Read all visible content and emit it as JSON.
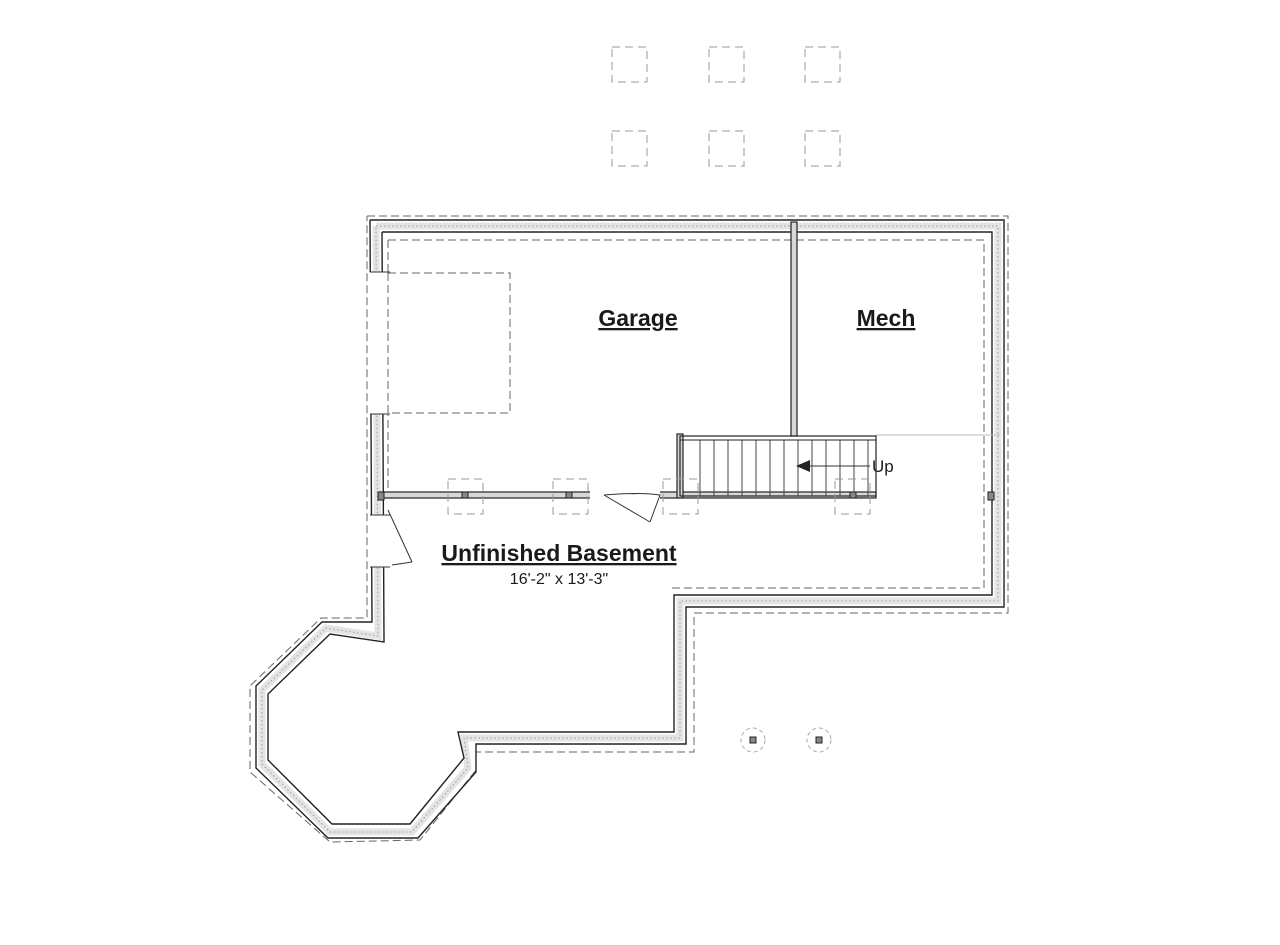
{
  "rooms": {
    "garage": {
      "name": "Garage"
    },
    "mech": {
      "name": "Mech"
    },
    "basement": {
      "name": "Unfinished Basement",
      "dimensions": "16'-2\" x 13'-3\""
    }
  },
  "stair": {
    "direction_label": "Up"
  }
}
